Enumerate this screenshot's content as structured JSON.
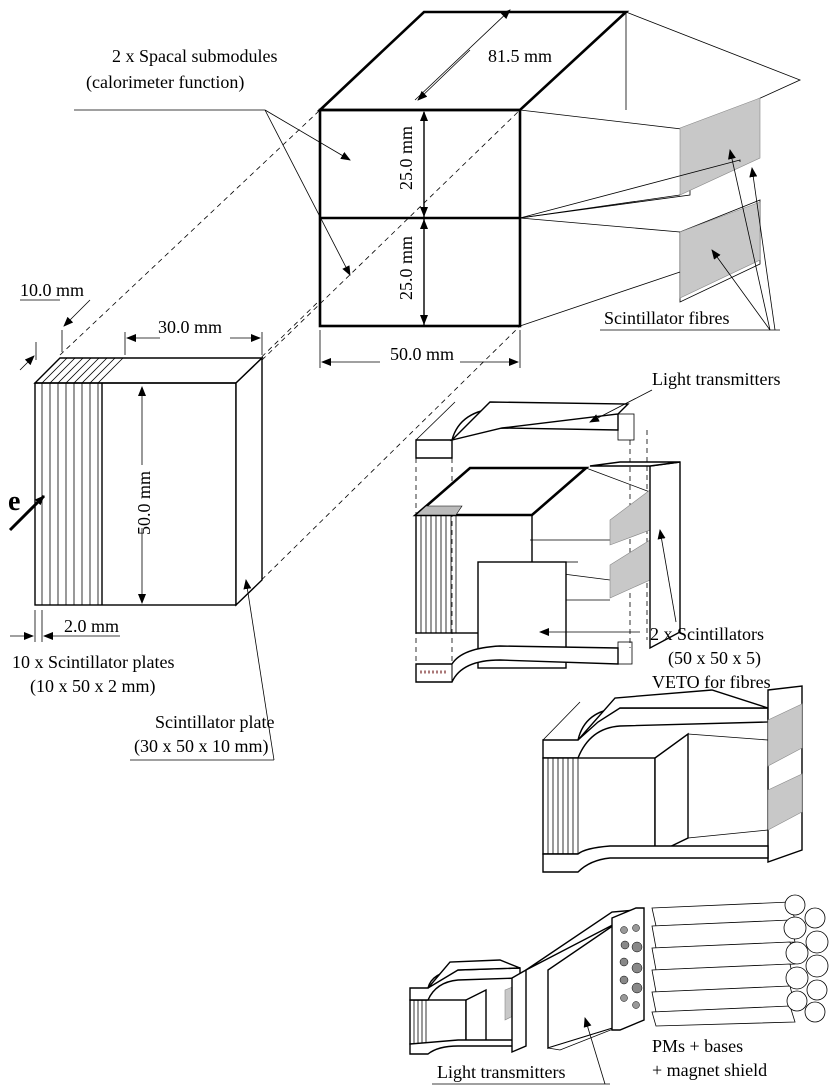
{
  "labels": {
    "spacal_line1": "2 x Spacal submodules",
    "spacal_line2": "(calorimeter function)",
    "dim_81_5": "81.5 mm",
    "dim_25_top": "25.0 mm",
    "dim_25_bot": "25.0 mm",
    "dim_50_width": "50.0 mm",
    "scint_fibres": "Scintillator fibres",
    "dim_10": "10.0 mm",
    "dim_30": "30.0 mm",
    "dim_50_height": "50.0 mm",
    "dim_2": "2.0 mm",
    "beam_e": "e",
    "plates_line1": "10 x Scintillator plates",
    "plates_line2": "(10 x 50 x 2 mm)",
    "plate_line1": "Scintillator plate",
    "plate_line2": "(30 x 50 x 10 mm)",
    "light_tx_top": "Light transmitters",
    "veto_line1": "2 x Scintillators",
    "veto_line2": "(50 x 50 x 5)",
    "veto_line3": "VETO for fibres",
    "pms_line1": "PMs + bases",
    "pms_line2": "+ magnet shield",
    "light_tx_bottom": "Light transmitters"
  }
}
